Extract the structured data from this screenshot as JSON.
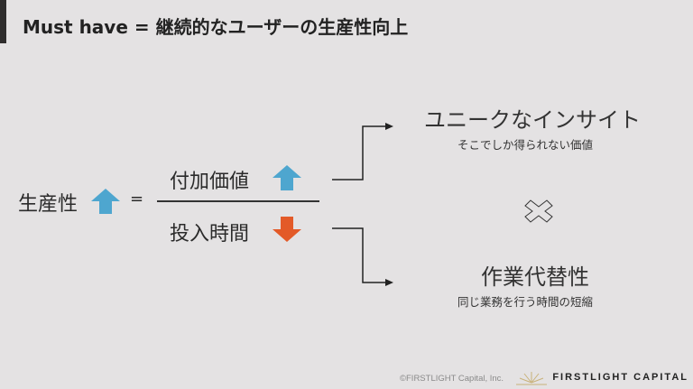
{
  "title": "Must have = 継続的なユーザーの生産性向上",
  "equation": {
    "lhs": "生産性",
    "equals": "=",
    "numerator": "付加価値",
    "denominator": "投入時間"
  },
  "outcomes": [
    {
      "title": "ユニークなインサイト",
      "subtitle": "そこでしか得られない価値"
    },
    {
      "title": "作業代替性",
      "subtitle": "同じ業務を行う時間の短縮"
    }
  ],
  "footer": {
    "copyright": "©FIRSTLIGHT Capital, Inc.",
    "brand": "FIRSTLIGHT CAPITAL"
  },
  "colors": {
    "up": "#4ea6cf",
    "down": "#e35a28"
  }
}
